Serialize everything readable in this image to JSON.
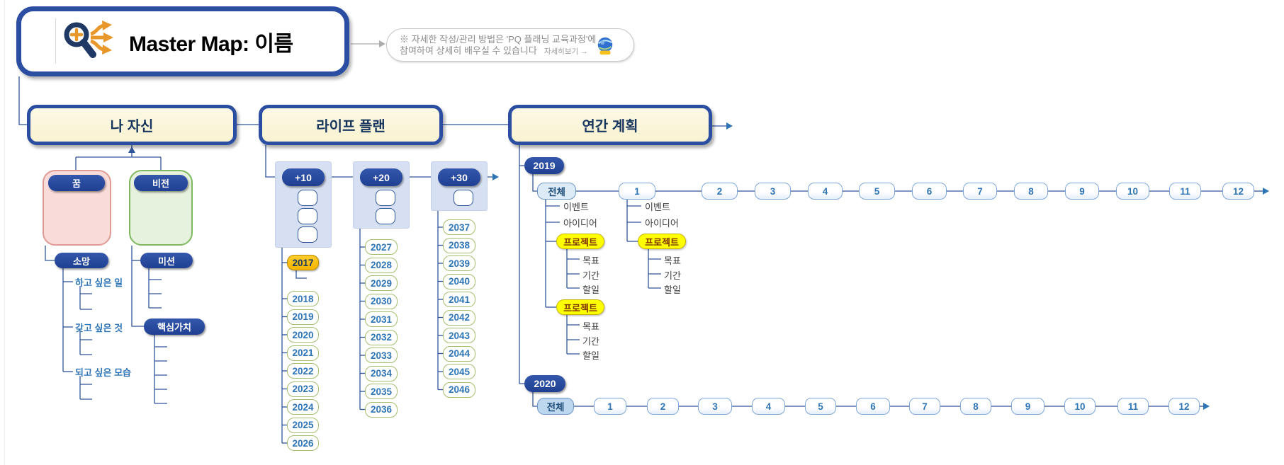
{
  "master": {
    "title": "Master Map: 이름"
  },
  "callout": {
    "text_line1": "※ 자세한 작성/관리 방법은 'PQ 플래닝 교육과정'에",
    "text_line2": "참여하여 상세히 배우실 수 있습니다",
    "link_label": "자세히보기 →"
  },
  "main_topics": {
    "self": "나 자신",
    "life_plan": "라이프 플랜",
    "annual_plan": "연간 계획"
  },
  "self_branch": {
    "dream_group": {
      "title": "꿈",
      "empty_slots": 3
    },
    "vision_group": {
      "title": "비전",
      "empty_slots": 3
    },
    "hope": {
      "title": "소망",
      "children": [
        {
          "label": "하고 싶은 일",
          "empty_slots": 2
        },
        {
          "label": "갖고 싶은 것",
          "empty_slots": 2
        },
        {
          "label": "되고 싶은 모습",
          "empty_slots": 2
        }
      ]
    },
    "mission": {
      "title": "미션",
      "empty_slots": 3
    },
    "core_values": {
      "title": "핵심가치",
      "empty_slots": 5
    }
  },
  "life_plan_branch": {
    "columns": [
      {
        "label": "+10",
        "placeholder_slots": 3,
        "highlight": "2017",
        "years": [
          "2017",
          "2018",
          "2019",
          "2020",
          "2021",
          "2022",
          "2023",
          "2024",
          "2025",
          "2026"
        ]
      },
      {
        "label": "+20",
        "placeholder_slots": 2,
        "years": [
          "2027",
          "2028",
          "2029",
          "2030",
          "2031",
          "2032",
          "2033",
          "2034",
          "2035",
          "2036"
        ]
      },
      {
        "label": "+30",
        "placeholder_slots": 1,
        "years": [
          "2037",
          "2038",
          "2039",
          "2040",
          "2041",
          "2042",
          "2043",
          "2044",
          "2045",
          "2046"
        ]
      }
    ]
  },
  "annual_plan_branch": {
    "years": [
      {
        "label": "2019",
        "overview": "전체",
        "months": [
          "1",
          "2",
          "3",
          "4",
          "5",
          "6",
          "7",
          "8",
          "9",
          "10",
          "11",
          "12"
        ],
        "overview_children": [
          {
            "label": "이벤트",
            "style": "plain"
          },
          {
            "label": "아이디어",
            "style": "plain"
          },
          {
            "label": "프로젝트",
            "style": "project",
            "children": [
              "목표",
              "기간",
              "할일"
            ]
          },
          {
            "label": "프로젝트",
            "style": "project",
            "children": [
              "목표",
              "기간",
              "할일"
            ]
          }
        ],
        "month_1_children": [
          {
            "label": "이벤트",
            "style": "plain"
          },
          {
            "label": "아이디어",
            "style": "plain"
          },
          {
            "label": "프로젝트",
            "style": "project",
            "children": [
              "목표",
              "기간",
              "할일"
            ]
          }
        ]
      },
      {
        "label": "2020",
        "overview": "전체",
        "months": [
          "1",
          "2",
          "3",
          "4",
          "5",
          "6",
          "7",
          "8",
          "9",
          "10",
          "11",
          "12"
        ]
      }
    ]
  },
  "colors": {
    "topic_border": "#2B4EA2",
    "topic_fill": "#FBF6D9",
    "topic_text": "#17365D",
    "node_navy": "#24459A",
    "group_pink_fill": "#F9DCDA",
    "group_pink_border": "#E09A94",
    "group_green_fill": "#E6F1DE",
    "group_green_border": "#7EB95F",
    "group_blue_fill": "#D6E0F2",
    "year_border": "#A3BE6C",
    "year_text": "#2E75B6",
    "highlight_fill": "#FFC107",
    "highlight_border": "#B98A00",
    "month_border": "#7FA8D9",
    "overview_fill_2019": "#DDEBF7",
    "overview_fill_2020": "#BDD7EE",
    "project_fill": "#FFFF00",
    "project_text": "#7F3300",
    "wire": "#30549B",
    "callout_wire": "#ADADAD",
    "arrow": "#2E75B6"
  }
}
